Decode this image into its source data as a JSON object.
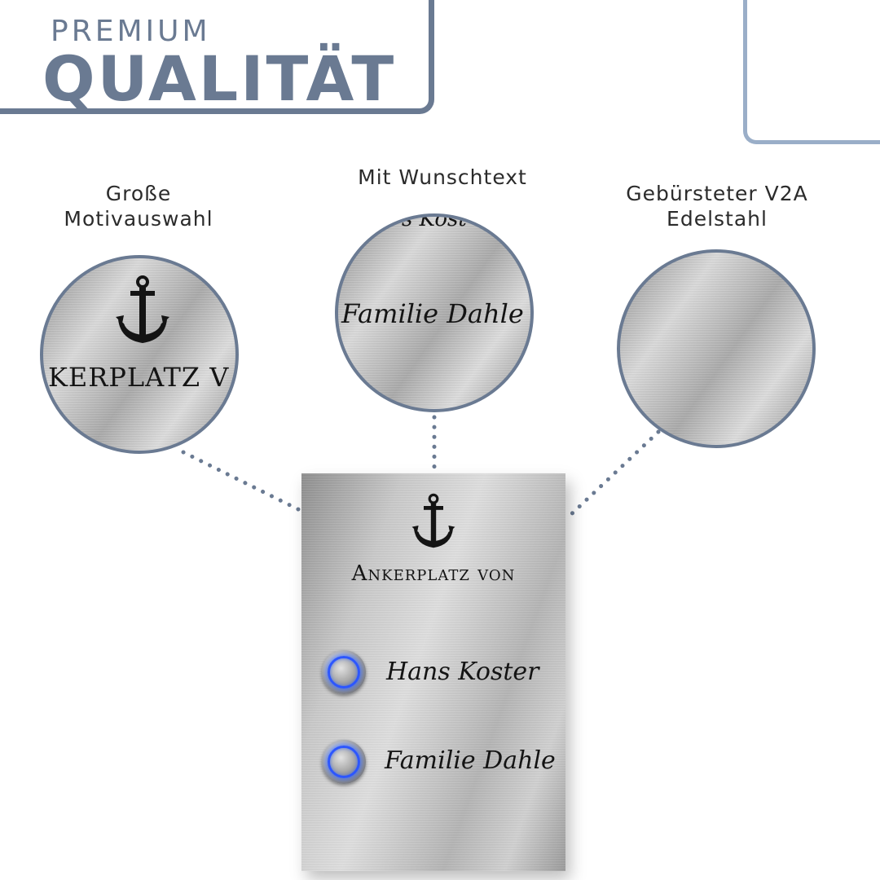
{
  "header": {
    "premium": "PREMIUM",
    "title": "QUALITÄT"
  },
  "features": [
    {
      "line1": "Große",
      "line2": "Motivauswahl",
      "sample_text": "KERPLATZ V"
    },
    {
      "line1": "Mit Wunschtext",
      "sample_top": "s Kost",
      "sample_text": "Familie Dahle"
    },
    {
      "line1": "Gebürsteter V2A",
      "line2": "Edelstahl"
    }
  ],
  "plate": {
    "heading": "Ankerplatz von",
    "names": [
      "Hans Koster",
      "Familie Dahle"
    ],
    "icon": "anchor-icon",
    "bell_icon": "doorbell-button-icon"
  },
  "colors": {
    "accent": "#6a7a92",
    "accent_light": "#9aaec8",
    "led": "#2c56ff"
  }
}
